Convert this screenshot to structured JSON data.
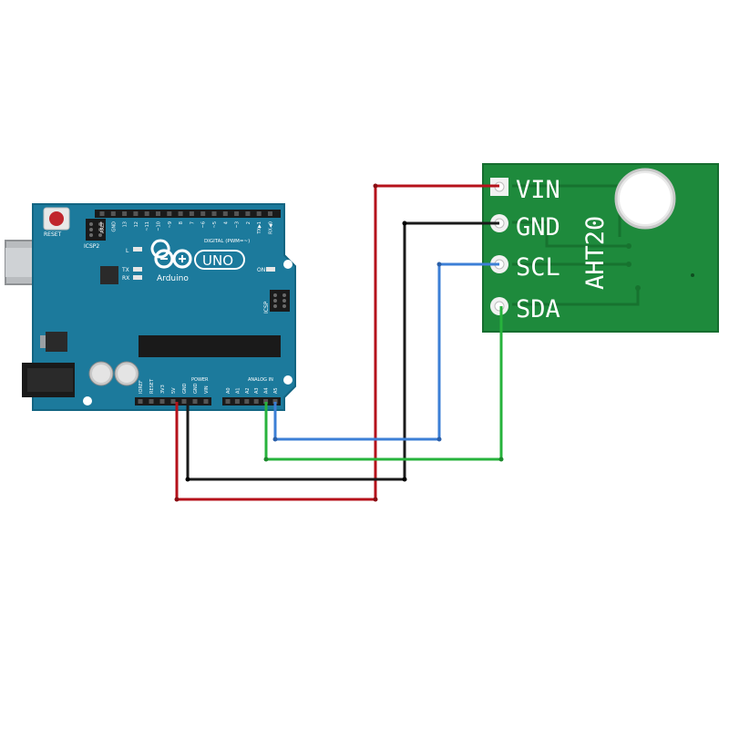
{
  "arduino": {
    "brand": "Arduino",
    "model": "UNO",
    "reset_label": "RESET",
    "icsp2_label": "ICSP2",
    "icsp_label": "ICSP",
    "led_l": "L",
    "led_tx": "TX",
    "led_rx": "RX",
    "on_label": "ON",
    "digital_header_label": "DIGITAL (PWM=~)",
    "power_header_label": "POWER",
    "analog_header_label": "ANALOG IN",
    "digital_pins": [
      "AREF",
      "GND",
      "13",
      "12",
      "~11",
      "~10",
      "~9",
      "8",
      "7",
      "~6",
      "~5",
      "4",
      "~3",
      "2",
      "TX▶1",
      "RX◀0"
    ],
    "power_pins": [
      "IOREF",
      "RESET",
      "3V3",
      "5V",
      "GND",
      "GND",
      "VIN"
    ],
    "analog_pins": [
      "A0",
      "A1",
      "A2",
      "A3",
      "A4",
      "A5"
    ]
  },
  "sensor": {
    "name": "AHT20",
    "pins": [
      "VIN",
      "GND",
      "SCL",
      "SDA"
    ]
  },
  "colors": {
    "board_blue": "#1c7a9c",
    "sensor_green": "#1e8a3c",
    "wire_vin": "#b5121b",
    "wire_gnd": "#1a1a1a",
    "wire_scl": "#3c7fd6",
    "wire_sda": "#27b33c"
  },
  "wires": [
    {
      "name": "vin-wire",
      "from": "5V",
      "to": "VIN",
      "color": "#b5121b"
    },
    {
      "name": "gnd-wire",
      "from": "GND",
      "to": "GND",
      "color": "#1a1a1a"
    },
    {
      "name": "scl-wire",
      "from": "A5",
      "to": "SCL",
      "color": "#3c7fd6"
    },
    {
      "name": "sda-wire",
      "from": "A4",
      "to": "SDA",
      "color": "#27b33c"
    }
  ]
}
